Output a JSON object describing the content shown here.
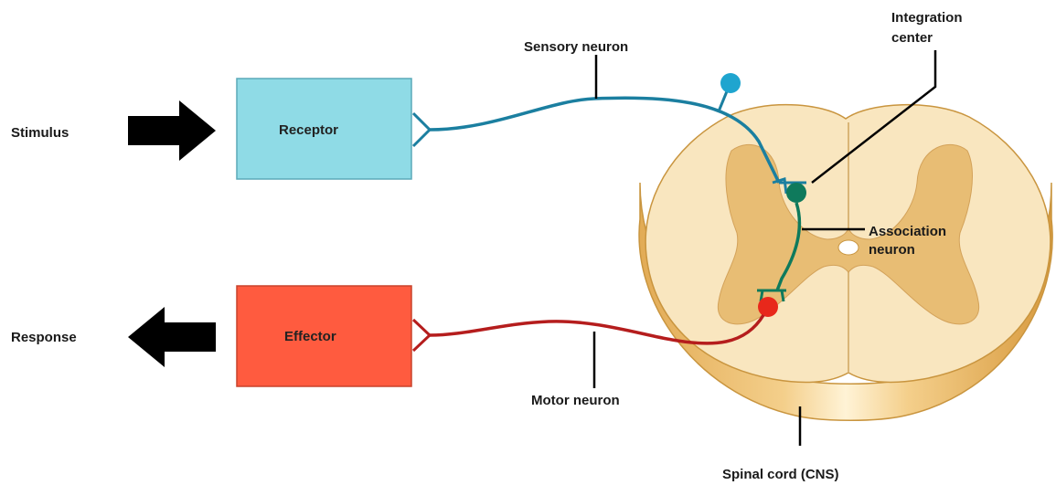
{
  "labels": {
    "stimulus": "Stimulus",
    "response": "Response",
    "receptor": "Receptor",
    "effector": "Effector",
    "sensory_neuron": "Sensory neuron",
    "motor_neuron": "Motor neuron",
    "integration_center": [
      "Integration",
      "center"
    ],
    "association_neuron": [
      "Association",
      "neuron"
    ],
    "spinal_cord": "Spinal cord (CNS)"
  },
  "colors": {
    "receptor_fill": "#8fdbe6",
    "effector_fill": "#ff5b3f",
    "sensory_neuron": "#1b7fa0",
    "sensory_soma": "#1fa5cf",
    "association_neuron": "#0f7a5c",
    "motor_neuron": "#b51d1d",
    "motor_soma": "#e8281b",
    "white_matter": "#f9e6bf",
    "gray_matter": "#e8bd74",
    "cord_side": "#e6b45e",
    "arrow": "#000000"
  }
}
